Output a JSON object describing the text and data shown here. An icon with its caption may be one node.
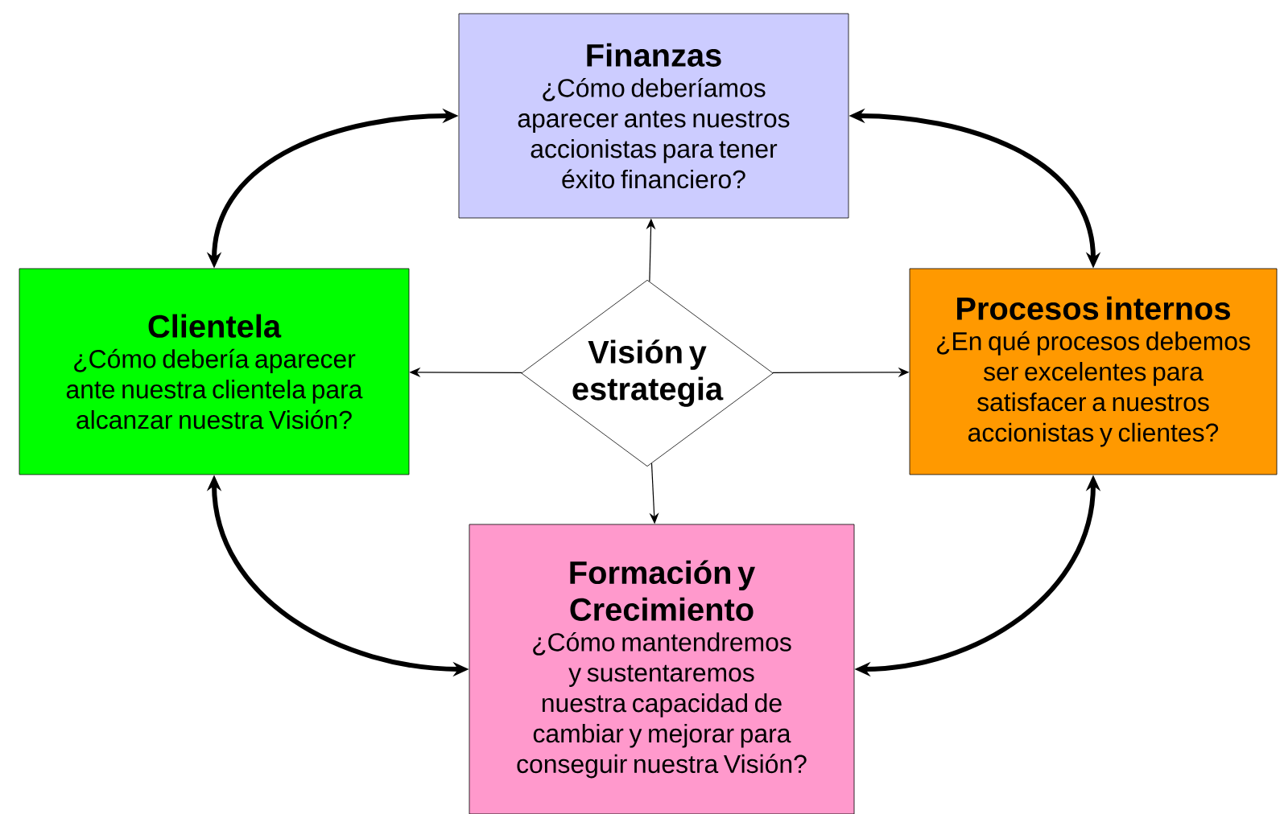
{
  "diagram": {
    "nodes": [
      {
        "text": [
          "Finanzas",
          "¿Cómo deberíamos aparecer antes nuestros accionistas para tener éxito financiero?"
        ]
      },
      {
        "text": [
          "Clientela",
          "¿Cómo debería aparecer ante nuestra clientela para alcanzar nuestra Visión?"
        ]
      },
      {
        "text": [
          "Visión y estrategia"
        ]
      },
      {
        "text": [
          "Procesos internos",
          "¿En qué procesos debemos ser excelentes para satisfacer a nuestros accionistas y clientes?"
        ]
      },
      {
        "text": [
          "Formación y Crecimiento",
          "¿Cómo mantendremos y sustentaremos nuestra capacidad de cambiar y mejorar para conseguir nuestra Visión?"
        ]
      }
    ],
    "edges": [
      {
        "from": 2,
        "to": 0,
        "arrow": "to"
      },
      {
        "from": 2,
        "to": 1,
        "arrow": "to"
      },
      {
        "from": 2,
        "to": 3,
        "arrow": "to"
      },
      {
        "from": 2,
        "to": 4,
        "arrow": "to"
      },
      {
        "from": 0,
        "to": 1,
        "arrow": "both",
        "style": "thick"
      },
      {
        "from": 0,
        "to": 3,
        "arrow": "both",
        "style": "thick"
      },
      {
        "from": 1,
        "to": 4,
        "arrow": "both",
        "style": "thick"
      },
      {
        "from": 3,
        "to": 4,
        "arrow": "both",
        "style": "thick"
      }
    ]
  }
}
